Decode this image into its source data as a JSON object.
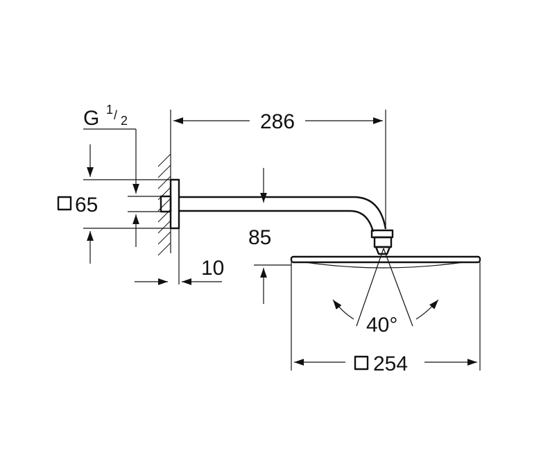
{
  "drawing": {
    "line_color": "#111111",
    "background": "#ffffff",
    "dimensions": {
      "thread_letter": "G",
      "thread_numerator": "1",
      "thread_slash": "/",
      "thread_denominator": "2",
      "arm_length": "286",
      "flange_square": "65",
      "arm_drop": "85",
      "flange_thickness": "10",
      "tilt_angle": "40°",
      "head_square": "254"
    }
  }
}
